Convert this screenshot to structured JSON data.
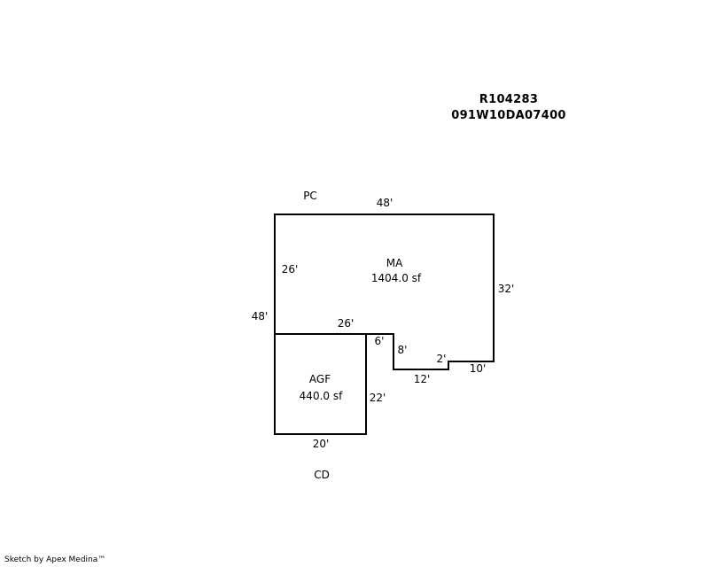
{
  "header": {
    "parcel_id": "R104283",
    "map_number": "091W10DA07400"
  },
  "labels": {
    "pc": "PC",
    "cd": "CD"
  },
  "areas": {
    "main": {
      "name": "MA",
      "area": "1404.0 sf"
    },
    "garage": {
      "name": "AGF",
      "area": "440.0 sf"
    }
  },
  "dimensions": {
    "main_top": "48'",
    "main_left_inner": "26'",
    "main_right": "32'",
    "overall_left": "48'",
    "main_bottom": "26'",
    "notch_drop": "6'",
    "notch_depth": "8'",
    "notch_bottom": "12'",
    "notch_step": "2'",
    "notch_right": "10'",
    "garage_right": "22'",
    "garage_bottom": "20'"
  },
  "footer": {
    "credit": "Sketch by Apex Medina™"
  }
}
